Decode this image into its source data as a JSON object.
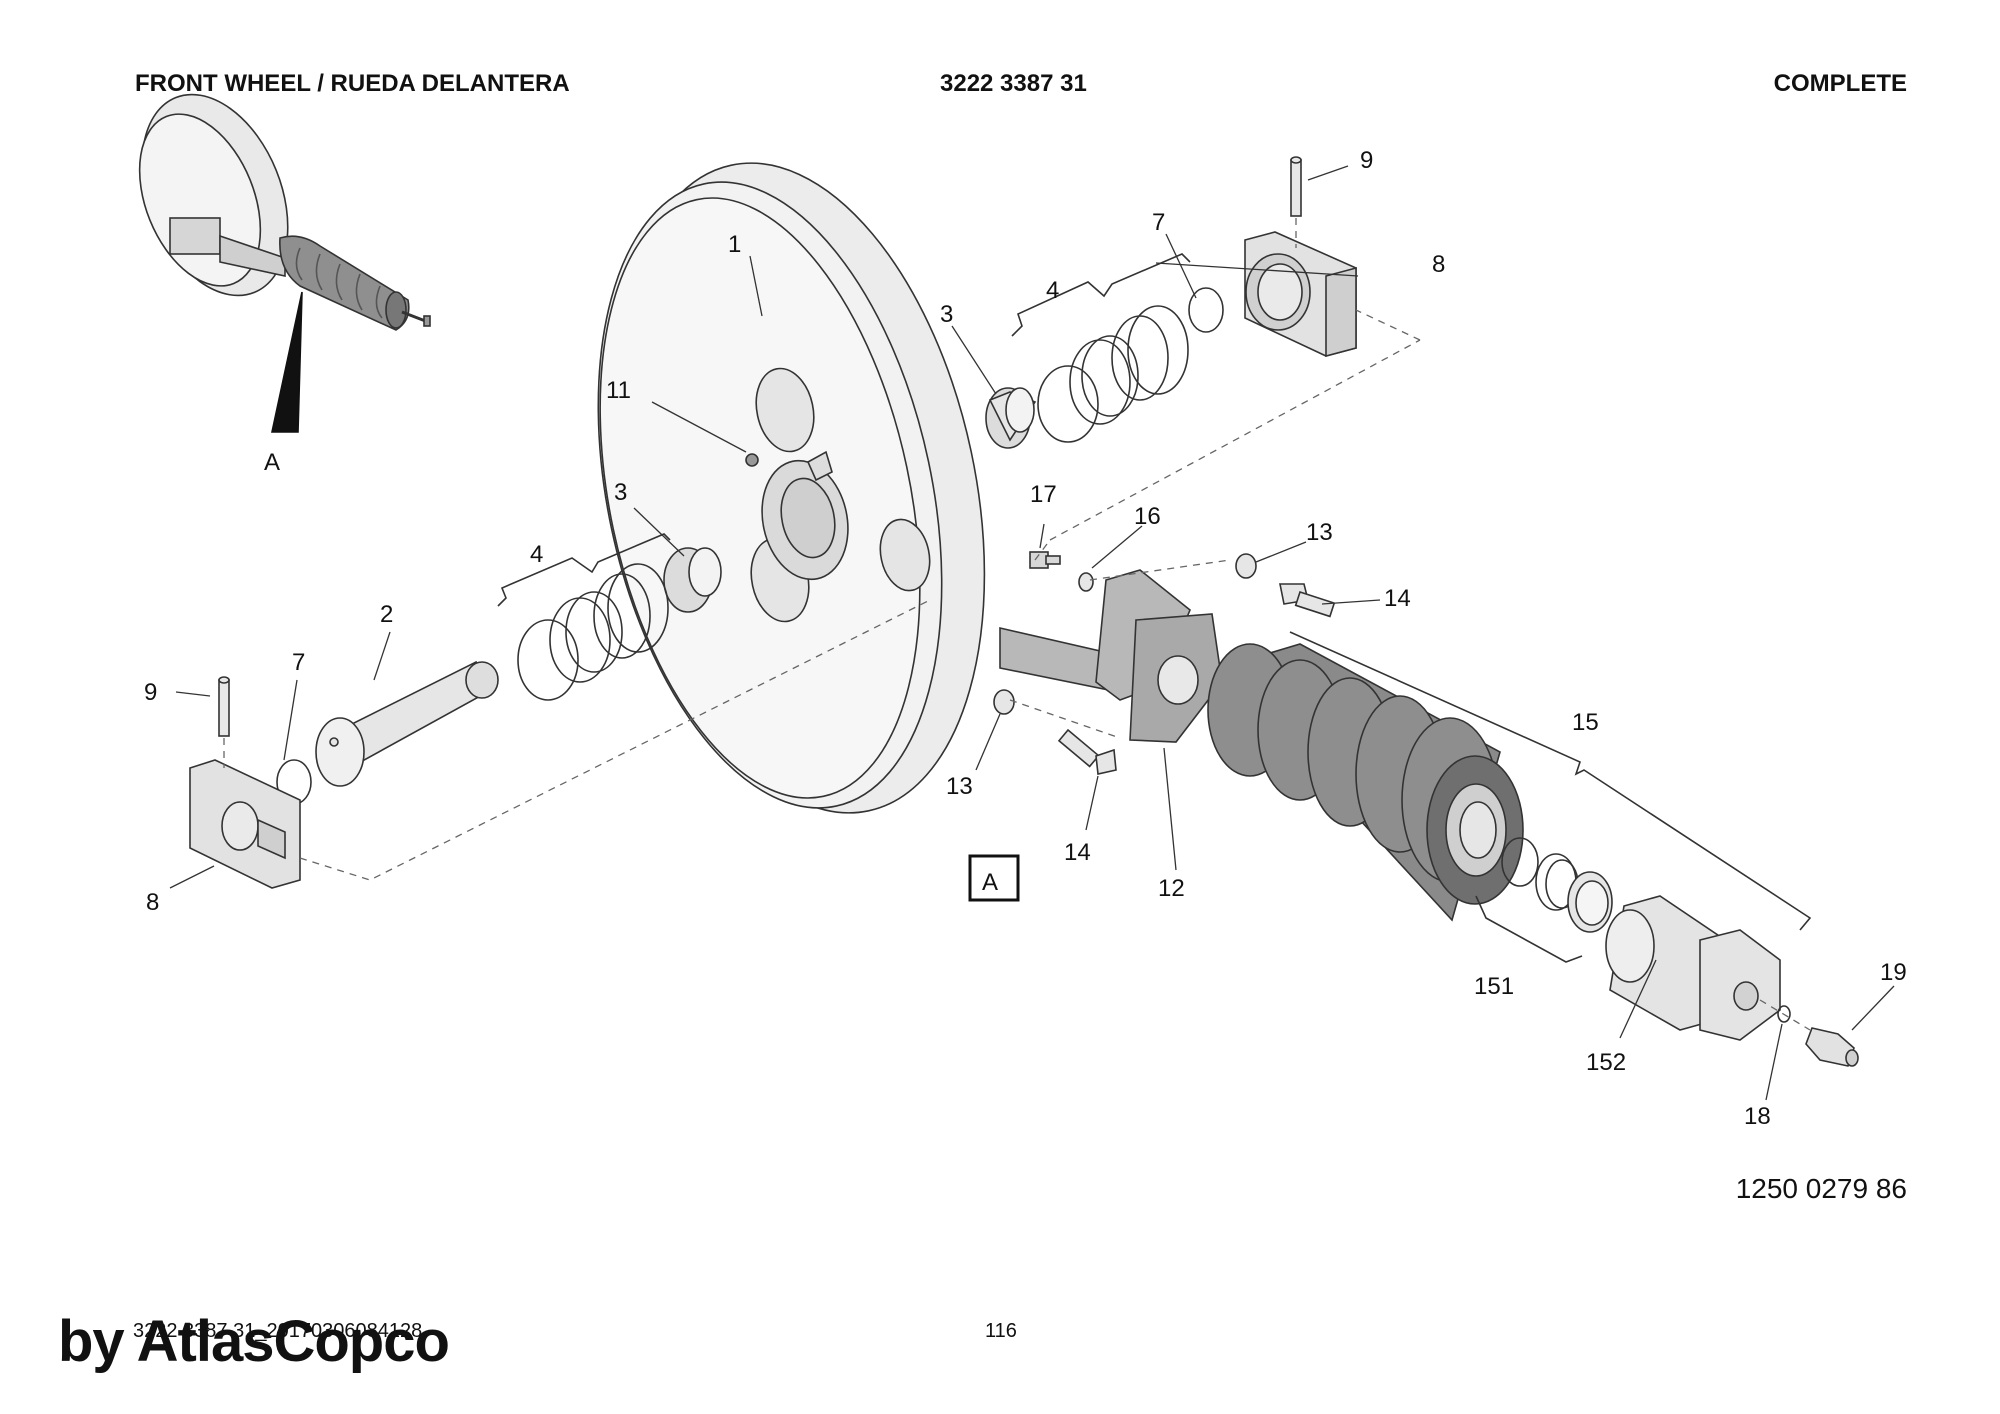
{
  "header": {
    "title": "FRONT WHEEL / RUEDA DELANTERA",
    "part_number": "3222 3387 31",
    "status": "COMPLETE"
  },
  "view_marker": "A",
  "callouts": {
    "c1": "1",
    "c2": "2",
    "c3a": "3",
    "c3b": "3",
    "c4a": "4",
    "c4b": "4",
    "c7a": "7",
    "c7b": "7",
    "c8a": "8",
    "c8b": "8",
    "c9a": "9",
    "c9b": "9",
    "c11": "11",
    "c12": "12",
    "c13a": "13",
    "c13b": "13",
    "c14a": "14",
    "c14b": "14",
    "c15": "15",
    "c16": "16",
    "c17": "17",
    "c18": "18",
    "c19": "19",
    "c151": "151",
    "c152": "152"
  },
  "drawing_ref": "1250 0279 86",
  "footer": {
    "doc_id": "3222 3387 31_20170306084128",
    "page": "116",
    "brand": "by AtlasCopco"
  },
  "colors": {
    "line": "#333333",
    "part_light": "#ececec",
    "part_mid": "#d6d6d6",
    "part_dark": "#8a8a8a"
  }
}
